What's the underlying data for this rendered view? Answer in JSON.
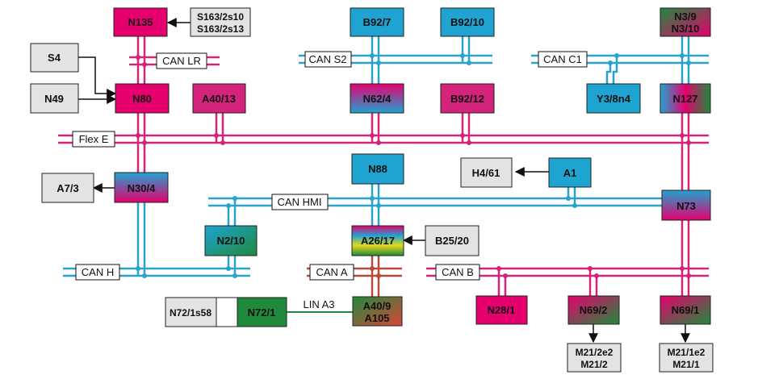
{
  "colors": {
    "flex_bus": "#d4237a",
    "can_bus": "#29a3cc",
    "can_a_bus": "#b84a3a",
    "lin_bus": "#1f8a3c",
    "magenta": "#e6006e",
    "cyan": "#1fa3d1",
    "green": "#1f8a3c",
    "gray_box": "#e3e3e3",
    "arrow": "#111111"
  },
  "buses": {
    "can_lr": "CAN LR",
    "can_s2": "CAN S2",
    "can_c1": "CAN C1",
    "flex_e": "Flex E",
    "can_hmi": "CAN HMI",
    "can_h": "CAN H",
    "can_a": "CAN A",
    "can_b": "CAN B",
    "lin_a3": "LIN A3"
  },
  "nodes": {
    "n135": "N135",
    "n80": "N80",
    "a40_13": "A40/13",
    "b92_7": "B92/7",
    "b92_10": "B92/10",
    "n62_4": "N62/4",
    "b92_12": "B92/12",
    "n3_9": [
      "N3/9",
      "N3/10"
    ],
    "y3_8n4": "Y3/8n4",
    "n127": "N127",
    "n30_4": "N30/4",
    "n88": "N88",
    "a1": "A1",
    "n73": "N73",
    "n2_10": "N2/10",
    "a26_17": "A26/17",
    "n72_1": "N72/1",
    "a40_9": [
      "A40/9",
      "A105"
    ],
    "n28_1": "N28/1",
    "n69_2": "N69/2",
    "n69_1": "N69/1"
  },
  "external": {
    "s163": [
      "S163/2s10",
      "S163/2s13"
    ],
    "s4": "S4",
    "n49": "N49",
    "a7_3": "A7/3",
    "h4_61": "H4/61",
    "b25_20": "B25/20",
    "n72_1s58": "N72/1s58",
    "m21_2": [
      "M21/2e2",
      "M21/2"
    ],
    "m21_1": [
      "M21/1e2",
      "M21/1"
    ]
  }
}
